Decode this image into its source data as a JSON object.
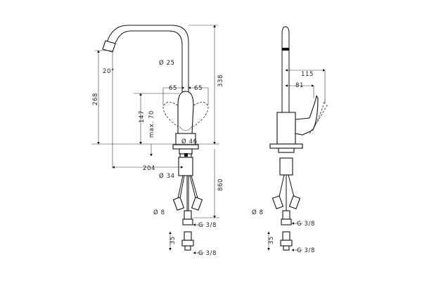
{
  "drawing": {
    "views": [
      "front",
      "side"
    ],
    "line_color": "#111111",
    "background": "#ffffff"
  },
  "front_view": {
    "dims": {
      "spout_angle": "20°",
      "spout_diameter": "Ø 25",
      "handle_left": "65",
      "handle_right": "65",
      "total_height": "338",
      "outlet_height": "268",
      "handle_height": "147",
      "max_deck": "max. 70",
      "base_diameter": "Ø 46",
      "reach": "204",
      "shank_diameter": "Ø 34",
      "below_deck": "860",
      "hose_diameter": "Ø 8",
      "thread_top": "G 3/8",
      "adapter_height": "35",
      "thread_bottom": "G 3/8"
    }
  },
  "side_view": {
    "dims": {
      "handle_reach_max": "115",
      "handle_reach": "81",
      "hose_diameter": "Ø 8",
      "thread_top": "G 3/8",
      "adapter_height": "35",
      "thread_bottom": "G 3/8"
    }
  }
}
